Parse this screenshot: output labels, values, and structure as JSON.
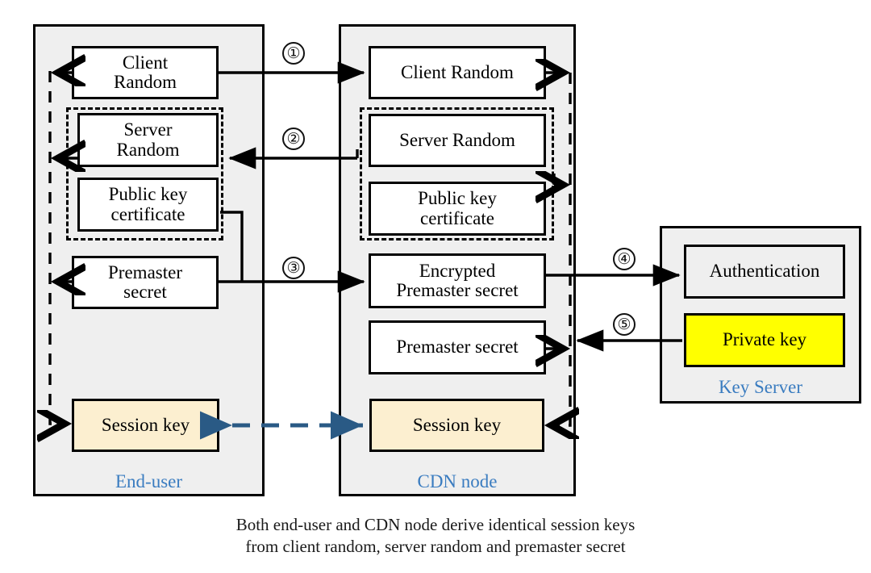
{
  "diagram": {
    "title_caption_line1": "Both end-user and CDN node derive identical session keys",
    "title_caption_line2": "from client random, server random and premaster secret",
    "colors": {
      "panel_fill": "#efefef",
      "box_fill": "#ffffff",
      "session_key_fill": "#fcefd0",
      "private_key_fill": "#ffff00",
      "panel_label": "#3a7cc0",
      "session_link_arrow": "#2a5a85",
      "stroke": "#000000"
    },
    "panels": [
      {
        "id": "end-user",
        "label": "End-user",
        "boxes": [
          {
            "id": "client-random",
            "label": "Client\nRandom",
            "fill": "white"
          },
          {
            "id": "server-random",
            "label": "Server\nRandom",
            "fill": "white"
          },
          {
            "id": "public-key-certificate",
            "label": "Public key\ncertificate",
            "fill": "white"
          },
          {
            "id": "premaster-secret",
            "label": "Premaster\nsecret",
            "fill": "white"
          },
          {
            "id": "session-key",
            "label": "Session key",
            "fill": "cream"
          }
        ]
      },
      {
        "id": "cdn-node",
        "label": "CDN node",
        "boxes": [
          {
            "id": "client-random",
            "label": "Client Random",
            "fill": "white"
          },
          {
            "id": "server-random",
            "label": "Server Random",
            "fill": "white"
          },
          {
            "id": "public-key-certificate",
            "label": "Public key\ncertificate",
            "fill": "white"
          },
          {
            "id": "encrypted-premaster-secret",
            "label": "Encrypted\nPremaster secret",
            "fill": "white"
          },
          {
            "id": "premaster-secret",
            "label": "Premaster secret",
            "fill": "white"
          },
          {
            "id": "session-key",
            "label": "Session key",
            "fill": "cream"
          }
        ]
      },
      {
        "id": "key-server",
        "label": "Key Server",
        "boxes": [
          {
            "id": "authentication",
            "label": "Authentication",
            "fill": "grey"
          },
          {
            "id": "private-key",
            "label": "Private key",
            "fill": "yellow"
          }
        ]
      }
    ],
    "step_markers": [
      {
        "id": "step-1",
        "label": "①"
      },
      {
        "id": "step-2",
        "label": "②"
      },
      {
        "id": "step-3",
        "label": "③"
      },
      {
        "id": "step-4",
        "label": "④"
      },
      {
        "id": "step-5",
        "label": "⑤"
      }
    ],
    "box_text": {
      "client_random_left_l1": "Client",
      "client_random_left_l2": "Random",
      "server_random_left_l1": "Server",
      "server_random_left_l2": "Random",
      "public_key_cert_l1": "Public key",
      "public_key_cert_l2": "certificate",
      "premaster_secret_left_l1": "Premaster",
      "premaster_secret_left_l2": "secret",
      "session_key": "Session key",
      "client_random_mid": "Client Random",
      "server_random_mid": "Server Random",
      "public_key_cert_mid_l1": "Public key",
      "public_key_cert_mid_l2": "certificate",
      "encrypted_premaster_l1": "Encrypted",
      "encrypted_premaster_l2": "Premaster secret",
      "premaster_secret_mid": "Premaster secret",
      "authentication": "Authentication",
      "private_key": "Private key"
    },
    "labels": {
      "end_user": "End-user",
      "cdn_node": "CDN node",
      "key_server": "Key Server"
    }
  }
}
